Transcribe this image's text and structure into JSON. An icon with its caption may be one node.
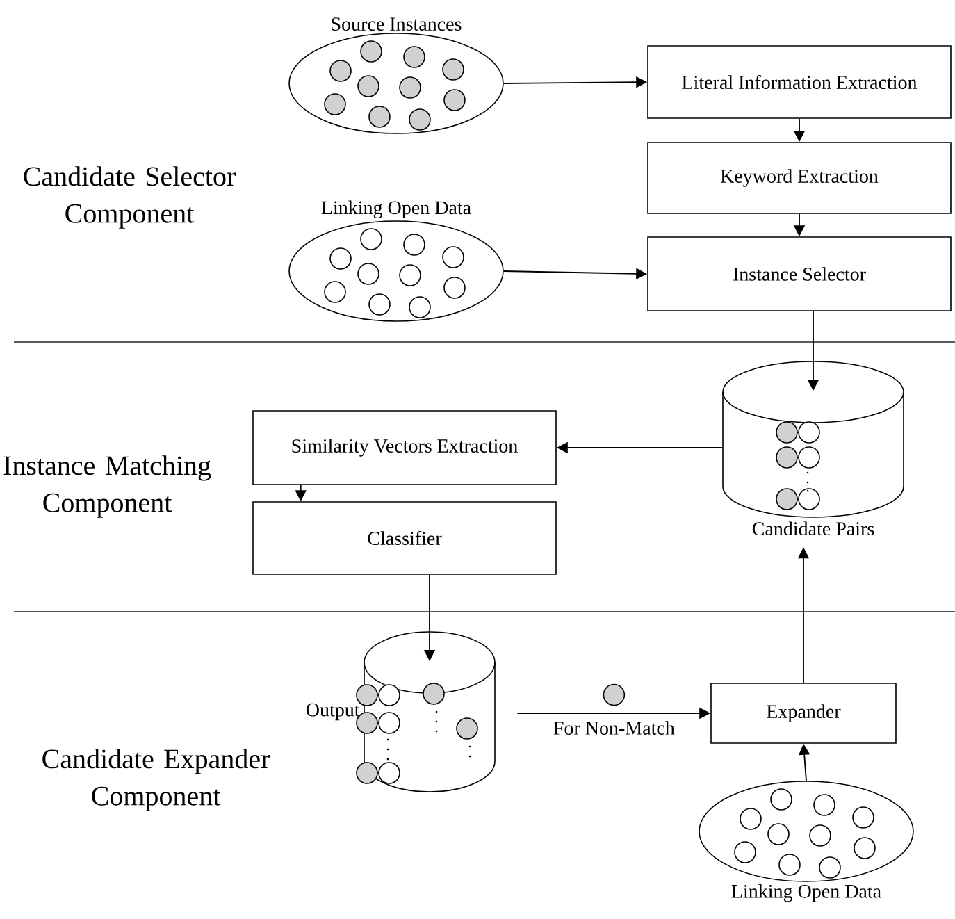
{
  "diagram": {
    "nodes": [
      {
        "text": [
          "Source Instances"
        ]
      },
      {
        "text": [
          "Literal Information Extraction"
        ]
      },
      {
        "text": [
          "Keyword Extraction"
        ]
      },
      {
        "text": [
          "Linking Open Data"
        ]
      },
      {
        "text": [
          "Instance Selector"
        ]
      },
      {
        "text": [
          "Candidate Pairs"
        ]
      },
      {
        "text": [
          "Similarity Vectors Extraction"
        ]
      },
      {
        "text": [
          "Classifier"
        ]
      },
      {
        "text": [
          "Output"
        ]
      },
      {
        "text": [
          "Expander"
        ]
      },
      {
        "text": [
          "Linking Open Data"
        ]
      }
    ],
    "edges": [
      {
        "from": 0,
        "to": 1,
        "arrow": "to"
      },
      {
        "from": 1,
        "to": 2,
        "arrow": "to"
      },
      {
        "from": 2,
        "to": 4,
        "arrow": "to"
      },
      {
        "from": 3,
        "to": 4,
        "arrow": "to"
      },
      {
        "from": 4,
        "to": 5,
        "arrow": "to"
      },
      {
        "from": 5,
        "to": 6,
        "arrow": "to"
      },
      {
        "from": 6,
        "to": 7,
        "arrow": "to"
      },
      {
        "from": 7,
        "to": 8,
        "arrow": "to"
      },
      {
        "from": 8,
        "to": 9,
        "arrow": "to",
        "label": "For Non-Match"
      },
      {
        "from": 10,
        "to": 9,
        "arrow": "to"
      },
      {
        "from": 9,
        "to": 5,
        "arrow": "to"
      }
    ],
    "labels": [
      "Candidate Selector Component",
      "Instance Matching Component",
      "Candidate Expander Component"
    ]
  }
}
